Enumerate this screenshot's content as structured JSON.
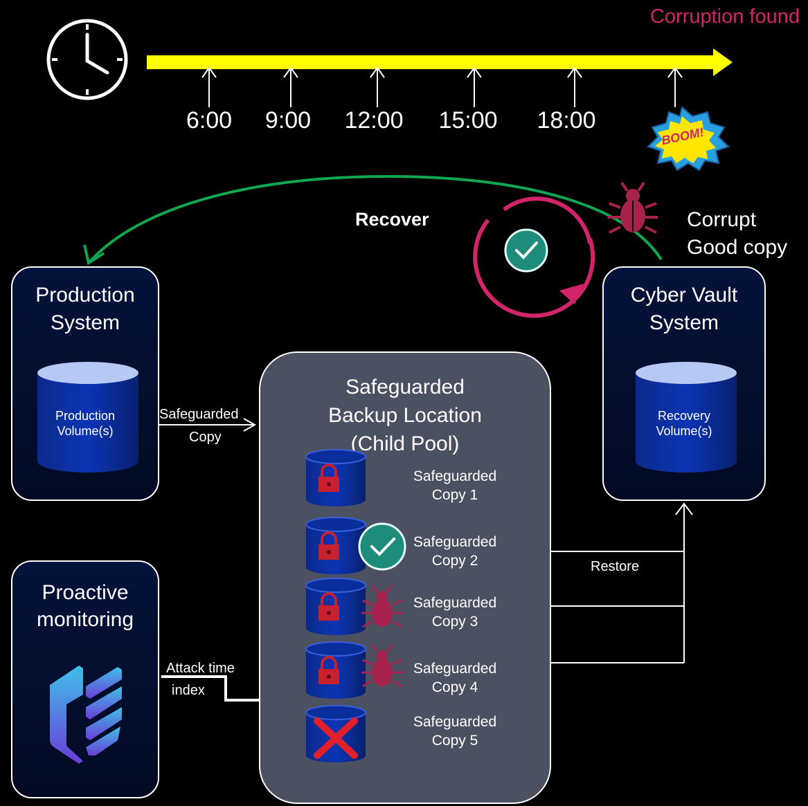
{
  "corruption_found": "Corruption found",
  "timeline": {
    "times": [
      "6:00",
      "9:00",
      "12:00",
      "15:00",
      "18:00"
    ],
    "boom_text": "BOOM!"
  },
  "recover_label": "Recover",
  "corrupt_good_copy": {
    "line1": "Corrupt",
    "line2": "Good copy"
  },
  "production": {
    "title1": "Production",
    "title2": "System",
    "vol1": "Production",
    "vol2": "Volume(s)"
  },
  "cyber_vault": {
    "title1": "Cyber Vault",
    "title2": "System",
    "vol1": "Recovery",
    "vol2": "Volume(s)"
  },
  "safeguarded_copy_arrow": {
    "line1": "Safeguarded",
    "line2": "Copy"
  },
  "pool": {
    "title1": "Safeguarded",
    "title2": "Backup Location",
    "title3": "(Child Pool)"
  },
  "copies": [
    {
      "line1": "Safeguarded",
      "line2": "Copy 1",
      "status": "locked"
    },
    {
      "line1": "Safeguarded",
      "line2": "Copy 2",
      "status": "good"
    },
    {
      "line1": "Safeguarded",
      "line2": "Copy 3",
      "status": "corrupt"
    },
    {
      "line1": "Safeguarded",
      "line2": "Copy 4",
      "status": "corrupt"
    },
    {
      "line1": "Safeguarded",
      "line2": "Copy 5",
      "status": "deleted"
    }
  ],
  "restore_label": "Restore",
  "monitoring": {
    "title1": "Proactive",
    "title2": "monitoring"
  },
  "attack_index": {
    "line1": "Attack time",
    "line2": "index"
  },
  "colors": {
    "timeline": "#ffff00",
    "recover_arc": "#11a650",
    "magenta": "#d1246b",
    "check": "#1e8c7a",
    "bug": "#a8224e"
  }
}
